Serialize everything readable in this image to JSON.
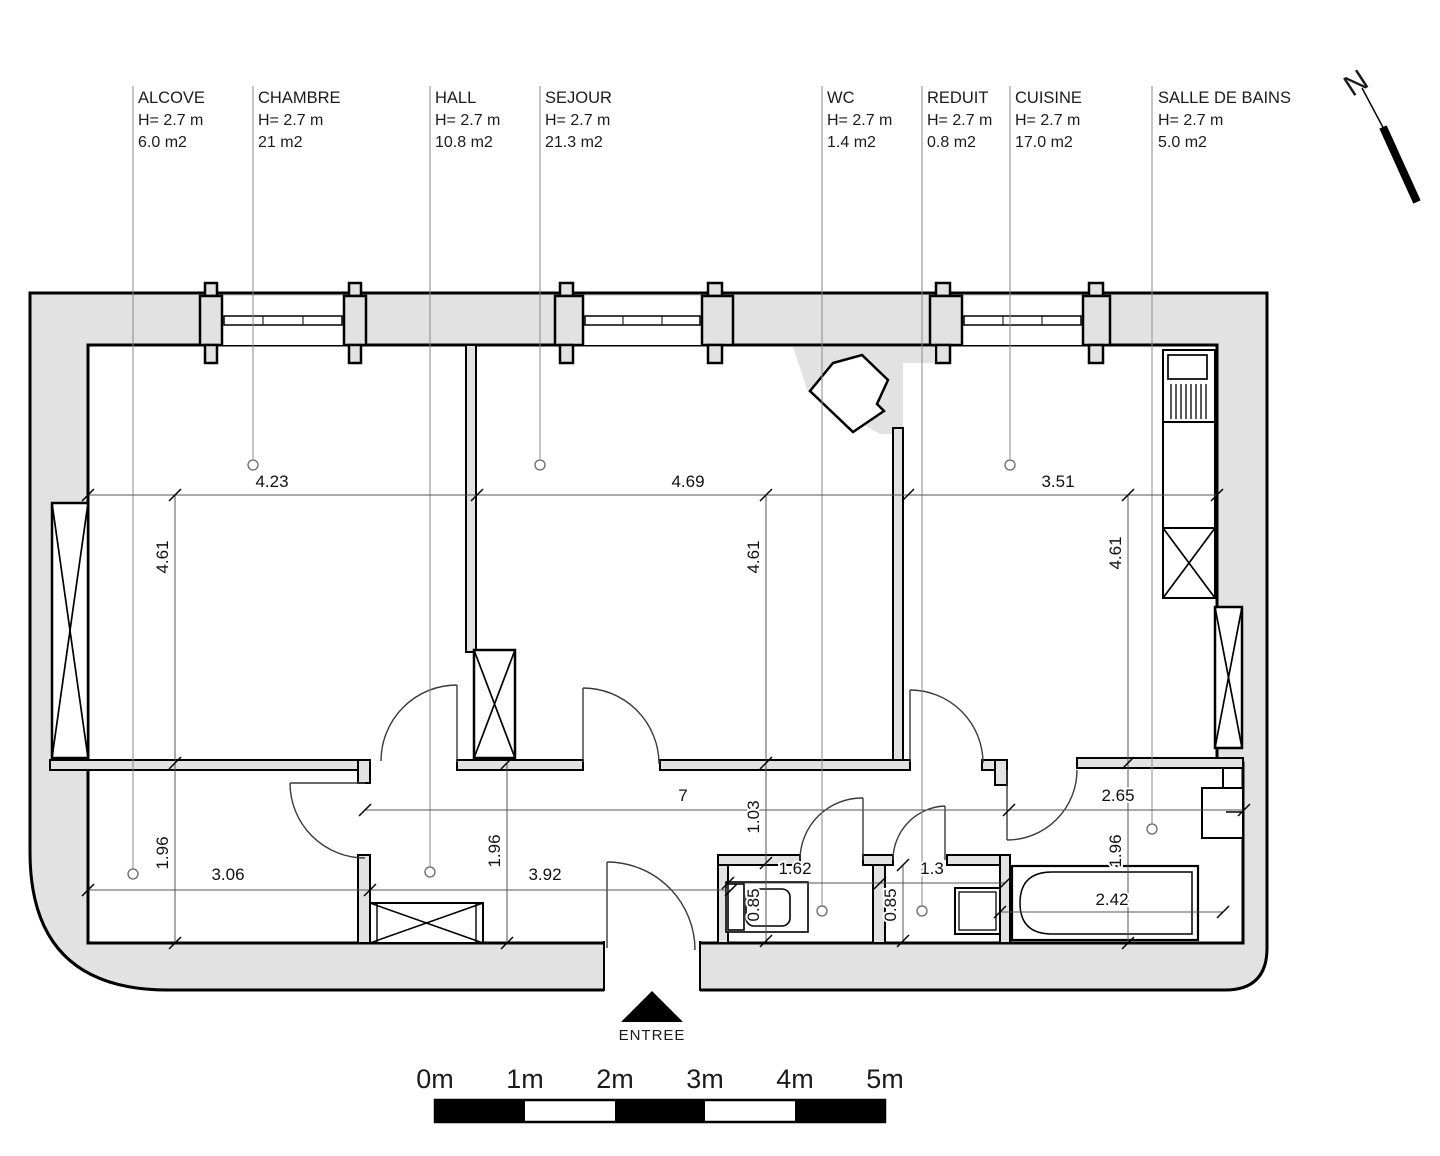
{
  "plan_title": "apartment-floor-plan",
  "rooms": [
    {
      "name": "ALCOVE",
      "height": "H= 2.7 m",
      "area": "6.0 m2"
    },
    {
      "name": "CHAMBRE",
      "height": "H= 2.7 m",
      "area": "21 m2"
    },
    {
      "name": "HALL",
      "height": "H= 2.7 m",
      "area": "10.8 m2"
    },
    {
      "name": "SEJOUR",
      "height": "H= 2.7 m",
      "area": "21.3 m2"
    },
    {
      "name": "WC",
      "height": "H= 2.7 m",
      "area": "1.4 m2"
    },
    {
      "name": "REDUIT",
      "height": "H= 2.7 m",
      "area": "0.8 m2"
    },
    {
      "name": "CUISINE",
      "height": "H= 2.7 m",
      "area": "17.0 m2"
    },
    {
      "name": "SALLE DE BAINS",
      "height": "H= 2.7 m",
      "area": "5.0 m2"
    }
  ],
  "dims": {
    "d423": "4.23",
    "d469": "4.69",
    "d351": "3.51",
    "d461": "4.61",
    "d196": "1.96",
    "d103": "1.03",
    "d085": "0.85",
    "d7": "7",
    "d265": "2.65",
    "d306": "3.06",
    "d392": "3.92",
    "d162": "1.62",
    "d13": "1.3",
    "d242": "2.42"
  },
  "entrance_label": "ENTREE",
  "north_label": "N",
  "scale_bar": {
    "labels": [
      "0m",
      "1m",
      "2m",
      "3m",
      "4m",
      "5m"
    ]
  },
  "colors": {
    "wall_fill": "#e2e2e2",
    "line": "#000000",
    "thin_line": "#444444"
  }
}
